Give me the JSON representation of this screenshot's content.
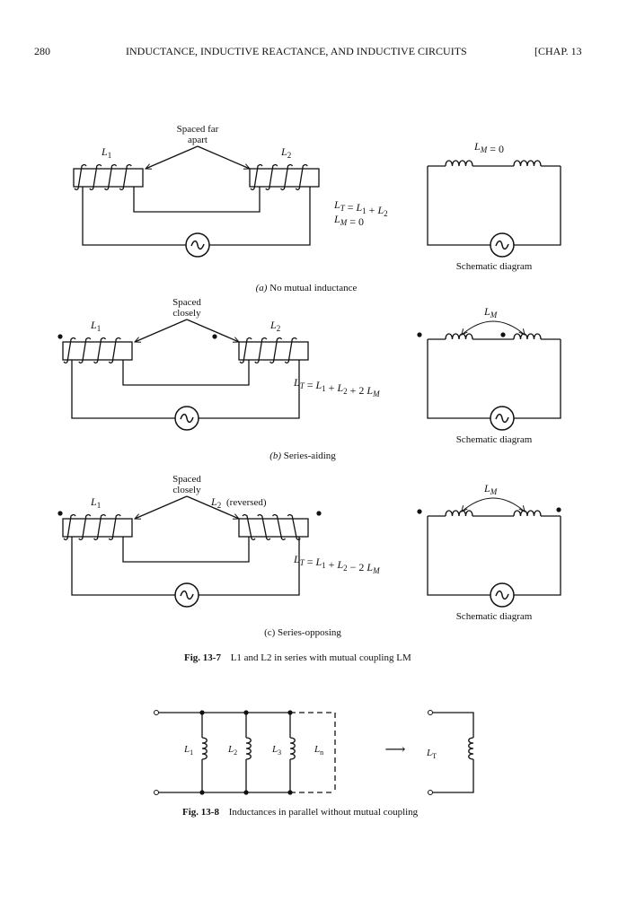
{
  "header": {
    "page_number": "280",
    "running_title": "INDUCTANCE, INDUCTIVE REACTANCE, AND INDUCTIVE CIRCUITS",
    "chapter": "[CHAP. 13"
  },
  "fig_13_7": {
    "panels": [
      {
        "id": "a",
        "spacing_label_line1": "Spaced far",
        "spacing_label_line2": "apart",
        "coil1_label": "L",
        "coil1_sub": "1",
        "coil2_label": "L",
        "coil2_sub": "2",
        "coil2_note": "",
        "equation_lines": [
          "L_T = L_1 + L_2",
          "L_M = 0"
        ],
        "schematic_top_label": "L_M = 0",
        "schematic_caption": "Schematic diagram",
        "panel_caption_letter": "(a)",
        "panel_caption_text": "No mutual inductance",
        "dots": "none"
      },
      {
        "id": "b",
        "spacing_label_line1": "Spaced",
        "spacing_label_line2": "closely",
        "coil1_label": "L",
        "coil1_sub": "1",
        "coil2_label": "L",
        "coil2_sub": "2",
        "coil2_note": "",
        "equation": "L_T = L_1 + L_2 + 2 L_M",
        "schematic_top_label": "L_M",
        "schematic_caption": "Schematic diagram",
        "panel_caption_letter": "(b)",
        "panel_caption_text": "Series-aiding",
        "dots": "aiding"
      },
      {
        "id": "c",
        "spacing_label_line1": "Spaced",
        "spacing_label_line2": "closely",
        "coil1_label": "L",
        "coil1_sub": "1",
        "coil2_label": "L",
        "coil2_sub": "2",
        "coil2_note": "(reversed)",
        "equation": "L_T = L_1 + L_2 − 2 L_M",
        "schematic_top_label": "L_M",
        "schematic_caption": "Schematic diagram",
        "panel_caption_letter": "(c)",
        "panel_caption_text": "Series-opposing",
        "dots": "opposing"
      }
    ],
    "caption_label": "Fig. 13-7",
    "caption_text": "L1 and L2 in series with mutual coupling LM"
  },
  "fig_13_8": {
    "inductor_labels": [
      "L1",
      "L2",
      "L3",
      "Ln"
    ],
    "result_label": "LT",
    "arrow": "⟶",
    "caption_label": "Fig. 13-8",
    "caption_text": "Inductances in parallel without mutual coupling"
  }
}
